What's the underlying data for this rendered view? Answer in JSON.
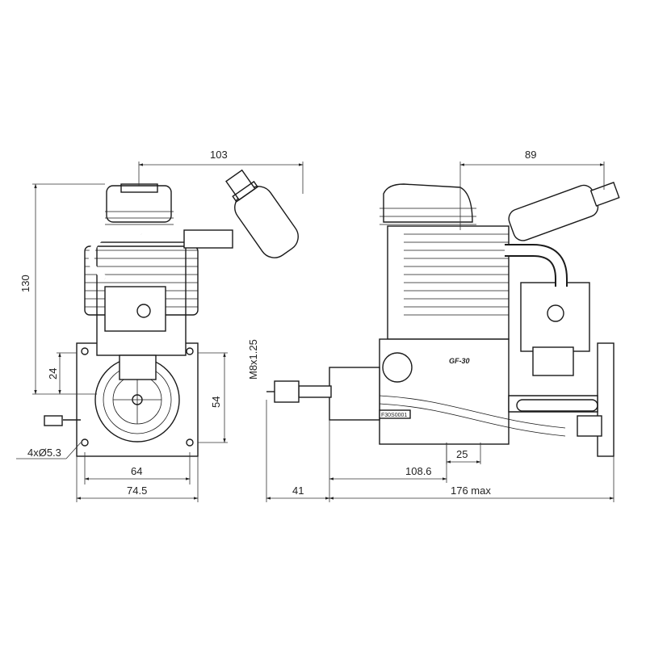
{
  "dimensions": {
    "d103": "103",
    "d89": "89",
    "d130": "130",
    "d24": "24",
    "d54": "54",
    "d64": "64",
    "d74_5": "74.5",
    "d41": "41",
    "d176": "176 max",
    "d108_6": "108.6",
    "d25": "25",
    "thread": "M8x1.25",
    "holes": "4xØ5.3"
  },
  "labels": {
    "model": "GF-30",
    "serial": "F30S0001"
  }
}
